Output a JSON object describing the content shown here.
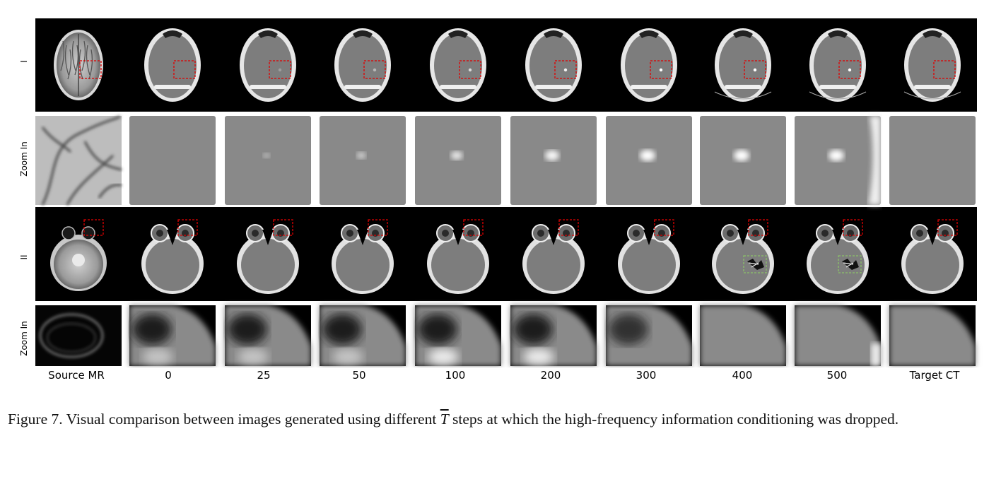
{
  "figure": {
    "row_labels": [
      "I",
      "Zoom In",
      "II",
      "Zoom In"
    ],
    "column_labels": [
      "Source MR",
      "0",
      "25",
      "50",
      "100",
      "200",
      "300",
      "400",
      "500",
      "Target CT"
    ],
    "artifact_columns": [
      "400",
      "500"
    ],
    "highlight_color_red": "#e00000",
    "highlight_color_green": "#8cc36a"
  },
  "caption": {
    "prefix": "Figure 7. Visual comparison between images generated using different ",
    "symbol": "T",
    "suffix": " steps at which the high-frequency information conditioning was dropped."
  }
}
